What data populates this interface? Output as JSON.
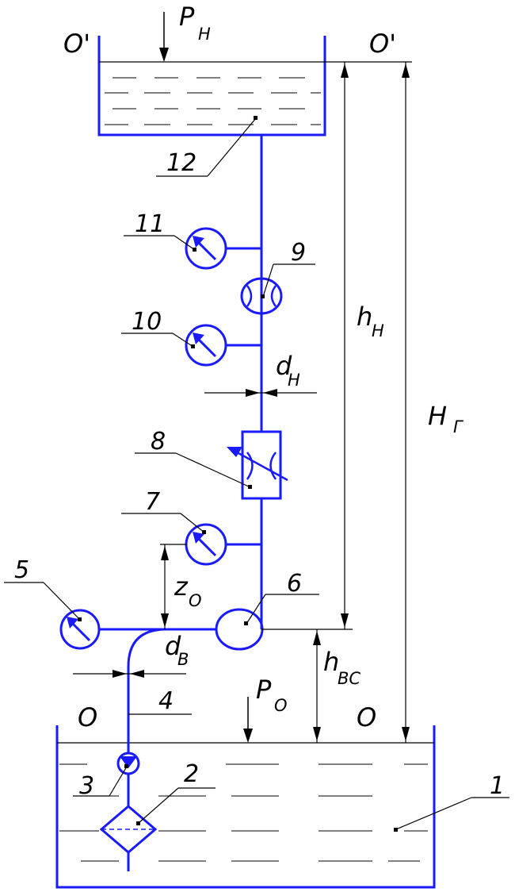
{
  "colors": {
    "ink": "#1a1aff",
    "line": "#000000",
    "background": "#ffffff"
  },
  "labels": {
    "o_prime_left": "O'",
    "o_prime_right": "O'",
    "o_left": "O",
    "o_right": "O",
    "p_h_main": "P",
    "p_h_sub": "H",
    "p_o_main": "P",
    "p_o_sub": "O",
    "h_h_main": "h",
    "h_h_sub": "H",
    "h_g_main": "H",
    "h_g_sub": "Г",
    "d_h_main": "d",
    "d_h_sub": "H",
    "d_v_main": "d",
    "d_v_sub": "B",
    "z_o_main": "z",
    "z_o_sub": "O",
    "h_vs_main": "h",
    "h_vs_sub": "BC"
  },
  "components": {
    "n1": "1",
    "n2": "2",
    "n3": "3",
    "n4": "4",
    "n5": "5",
    "n6": "6",
    "n7": "7",
    "n8": "8",
    "n9": "9",
    "n10": "10",
    "n11": "11",
    "n12": "12"
  }
}
